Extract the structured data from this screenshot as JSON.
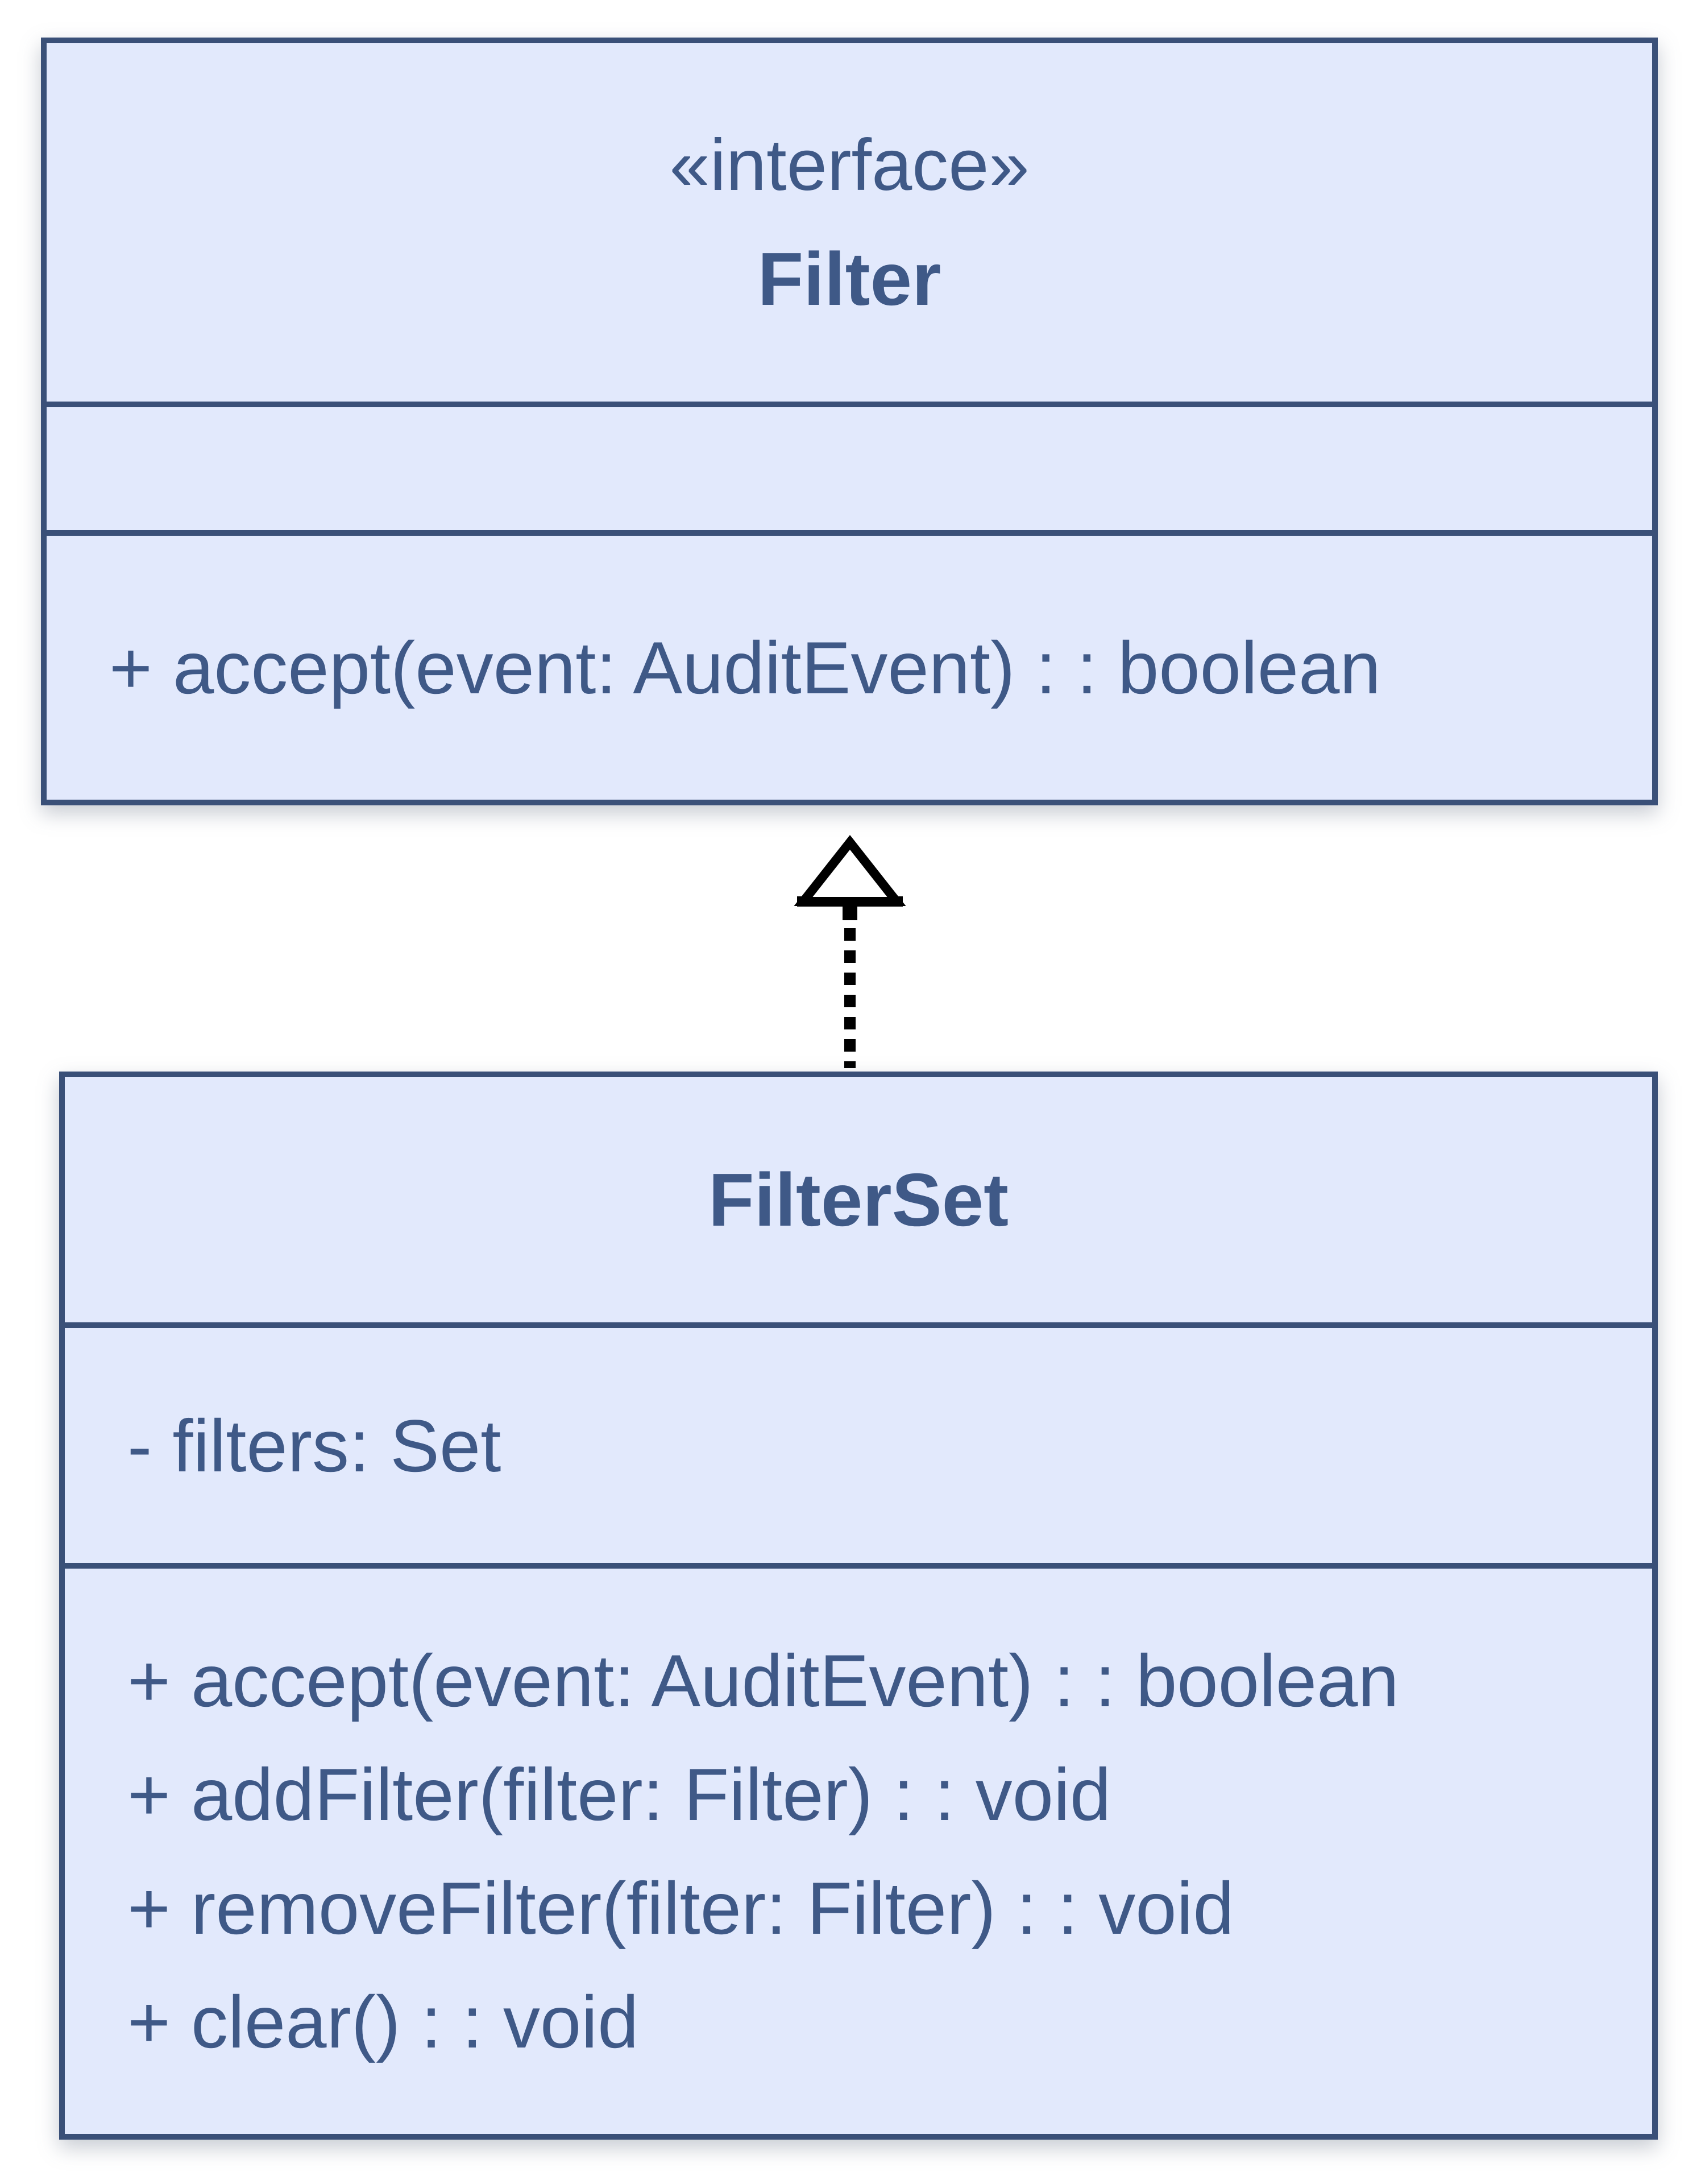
{
  "diagram": {
    "kind": "uml-class-diagram",
    "interface_class": {
      "stereotype": "«interface»",
      "name": "Filter",
      "attributes": [],
      "methods": [
        "+ accept(event: AuditEvent) : : boolean"
      ]
    },
    "implementing_class": {
      "name": "FilterSet",
      "attributes": [
        "- filters: Set"
      ],
      "methods": [
        "+ accept(event: AuditEvent) : : boolean",
        "+ addFilter(filter: Filter) : : void",
        "+ removeFilter(filter: Filter) : : void",
        "+ clear() : : void"
      ]
    },
    "relationship": {
      "type": "realization",
      "from": "FilterSet",
      "to": "Filter",
      "line_style": "dashed",
      "arrowhead": "hollow-triangle"
    },
    "colors": {
      "background": "#ffffff",
      "box_fill": "#e2e9fc",
      "box_border": "#3a5078",
      "text": "#3f5987",
      "arrow": "#000000"
    }
  }
}
